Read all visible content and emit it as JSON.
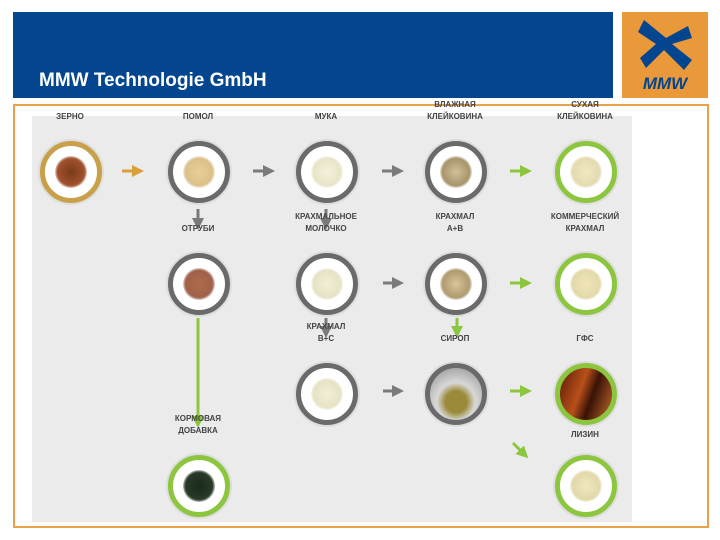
{
  "header": {
    "title": "MMW Technologie GmbH",
    "logo_text": "MMW"
  },
  "colors": {
    "header_blue": "#03468f",
    "logo_orange": "#e9993a",
    "green": "#8cc63f",
    "gray": "#6a6a6a",
    "gold": "#c9a04a"
  },
  "nodes": [
    {
      "id": "zerno",
      "label": "ЗЕРНО"
    },
    {
      "id": "pomol",
      "label": "ПОМОЛ"
    },
    {
      "id": "muka",
      "label": "МУКА"
    },
    {
      "id": "vlazhnaya",
      "label": "ВЛАЖНАЯ\nКЛЕЙКОВИНА"
    },
    {
      "id": "sukhaya",
      "label": "СУХАЯ\nКЛЕЙКОВИНА"
    },
    {
      "id": "otrubi",
      "label": "ОТРУБИ"
    },
    {
      "id": "molochko",
      "label": "КРАХМАЛЬНОЕ\nМОЛОЧКО"
    },
    {
      "id": "krakhmal_ab",
      "label": "КРАХМАЛ\nА+В"
    },
    {
      "id": "kommercheskiy",
      "label": "КОММЕРЧЕСКИЙ\nКРАХМАЛ"
    },
    {
      "id": "krakhmal_bc",
      "label": "КРАХМАЛ\nВ+С"
    },
    {
      "id": "sirop",
      "label": "СИРОП"
    },
    {
      "id": "gfs",
      "label": "ГФС"
    },
    {
      "id": "kormovaya",
      "label": "КОРМОВАЯ\nДОБАВКА"
    },
    {
      "id": "lizin",
      "label": "ЛИЗИН"
    }
  ]
}
